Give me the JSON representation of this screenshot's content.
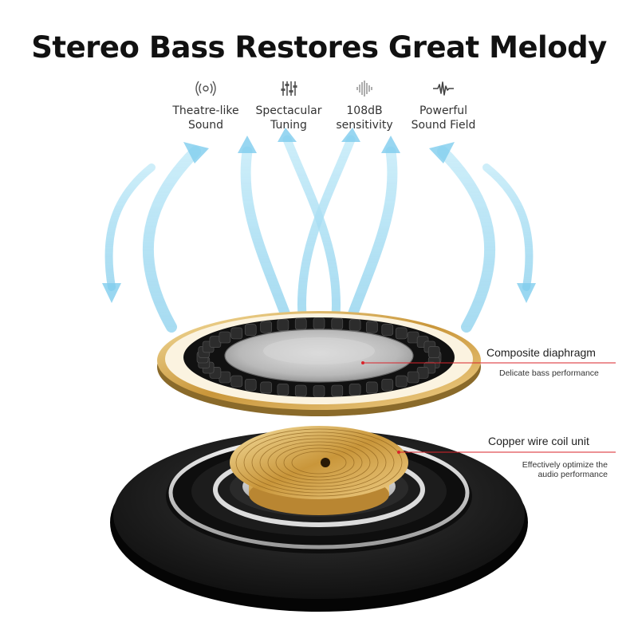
{
  "header": {
    "title": "Stereo Bass Restores Great Melody"
  },
  "features": [
    {
      "icon": "sound-waves-icon",
      "line1": "Theatre-like",
      "line2": "Sound"
    },
    {
      "icon": "equalizer-icon",
      "line1": "Spectacular",
      "line2": "Tuning"
    },
    {
      "icon": "audio-bars-icon",
      "line1": "108dB",
      "line2": "sensitivity"
    },
    {
      "icon": "waveform-icon",
      "line1": "Powerful",
      "line2": "Sound Field"
    }
  ],
  "callouts": {
    "diaphragm": {
      "title": "Composite diaphragm",
      "subtitle": "Delicate bass performance"
    },
    "coil": {
      "title": "Copper wire coil unit",
      "subtitle_line1": "Effectively optimize the",
      "subtitle_line2": "audio performance"
    }
  },
  "colors": {
    "accent_line": "#d9232a",
    "gold": "#c9a24a",
    "arrow_blue": "#8fd3ef",
    "driver_black": "#141414"
  }
}
